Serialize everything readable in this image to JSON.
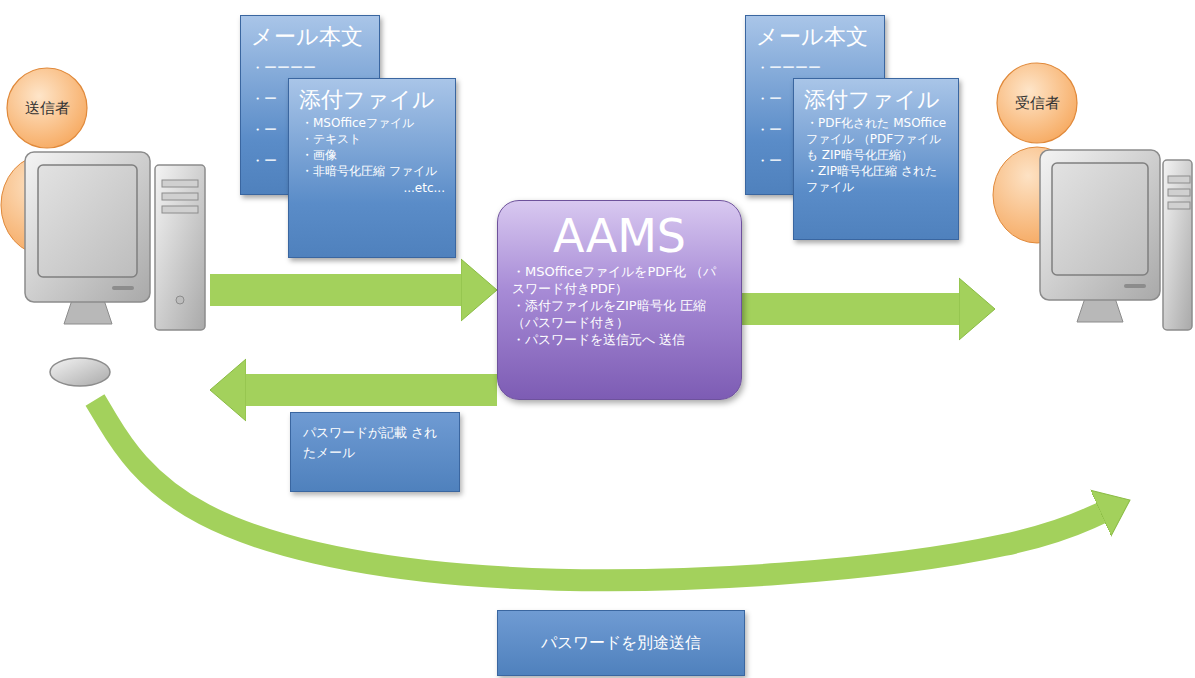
{
  "diagram": {
    "nodes": [
      {
        "text": [
          "送信者"
        ]
      },
      {
        "text": [
          "メール本文",
          "・ーーーー",
          "・ー",
          "・ー",
          "・ー"
        ]
      },
      {
        "text": [
          "添付ファイル",
          "・MSOfficeファイル",
          "・テキスト",
          "・画像",
          "・非暗号化圧縮 ファイル",
          "...etc..."
        ]
      },
      {
        "text": [
          "AAMS",
          "・MSOfficeファイルをPDF化 （パスワード付きPDF）",
          "・添付ファイルをZIP暗号化 圧縮（パスワード付き）",
          "・パスワードを送信元へ 送信"
        ]
      },
      {
        "text": [
          "パスワードが記載 されたメール"
        ]
      },
      {
        "text": [
          "メール本文",
          "・ーーーー",
          "・ー",
          "・ー",
          "・ー"
        ]
      },
      {
        "text": [
          "添付ファイル",
          "・PDF化された MSOfficeファイル （PDFファイルも ZIP暗号化圧縮）",
          "・ZIP暗号化圧縮 されたファイル"
        ]
      },
      {
        "text": [
          "受信者"
        ]
      },
      {
        "text": [
          "パスワードを別途送信"
        ]
      }
    ],
    "edges": [
      {
        "from": 0,
        "to": 3,
        "arrow": "to"
      },
      {
        "from": 3,
        "to": 0,
        "arrow": "to"
      },
      {
        "from": 3,
        "to": 7,
        "arrow": "to"
      },
      {
        "from": 0,
        "to": 7,
        "arrow": "to"
      }
    ]
  }
}
